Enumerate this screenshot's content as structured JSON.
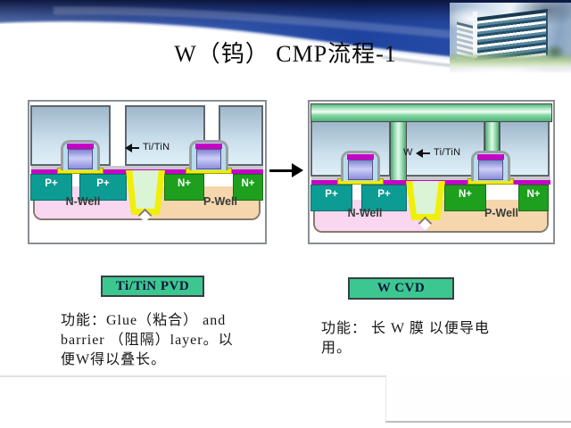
{
  "slide": {
    "title": "W（钨） CMP流程-1"
  },
  "steps": {
    "left": {
      "label": "Ti/TiN PVD",
      "description": "功能：Glue（粘合） and\nbarrier （阻隔）layer。以\n便W得以叠长。"
    },
    "right": {
      "label": "W CVD",
      "description": "功能： 长 W 膜 以便导电\n用。"
    }
  },
  "diagrams": {
    "left": {
      "annotations": {
        "barrier": "Ti/TiN"
      },
      "regions": {
        "p_plus_1": "P+",
        "p_plus_2": "P+",
        "n_plus_1": "N+",
        "n_plus_2": "N+",
        "n_well": "N-Well",
        "p_well": "P-Well"
      }
    },
    "right": {
      "annotations": {
        "tungsten": "W",
        "barrier": "Ti/TiN"
      },
      "regions": {
        "p_plus_1": "P+",
        "p_plus_2": "P+",
        "n_plus_1": "N+",
        "n_plus_2": "N+",
        "n_well": "N-Well",
        "p_well": "P-Well"
      }
    }
  },
  "colors": {
    "top_bar_navy": "#1a2b5e",
    "swoosh_blue": "#1e44a0",
    "step_box_green": "#3cc791",
    "tungsten_green": "#8adba8",
    "p_plus_teal": "#0d9c94",
    "n_plus_green": "#1ea01e",
    "gate_cap_magenta": "#c603c6",
    "gate_poly_periwinkle": "#8b8edd",
    "oxide_blue": "#cbe0ed",
    "sti_liner_yellow": "#efef0a",
    "n_well_pink": "#f9d7f0",
    "p_well_tan": "#f6d6ac"
  }
}
